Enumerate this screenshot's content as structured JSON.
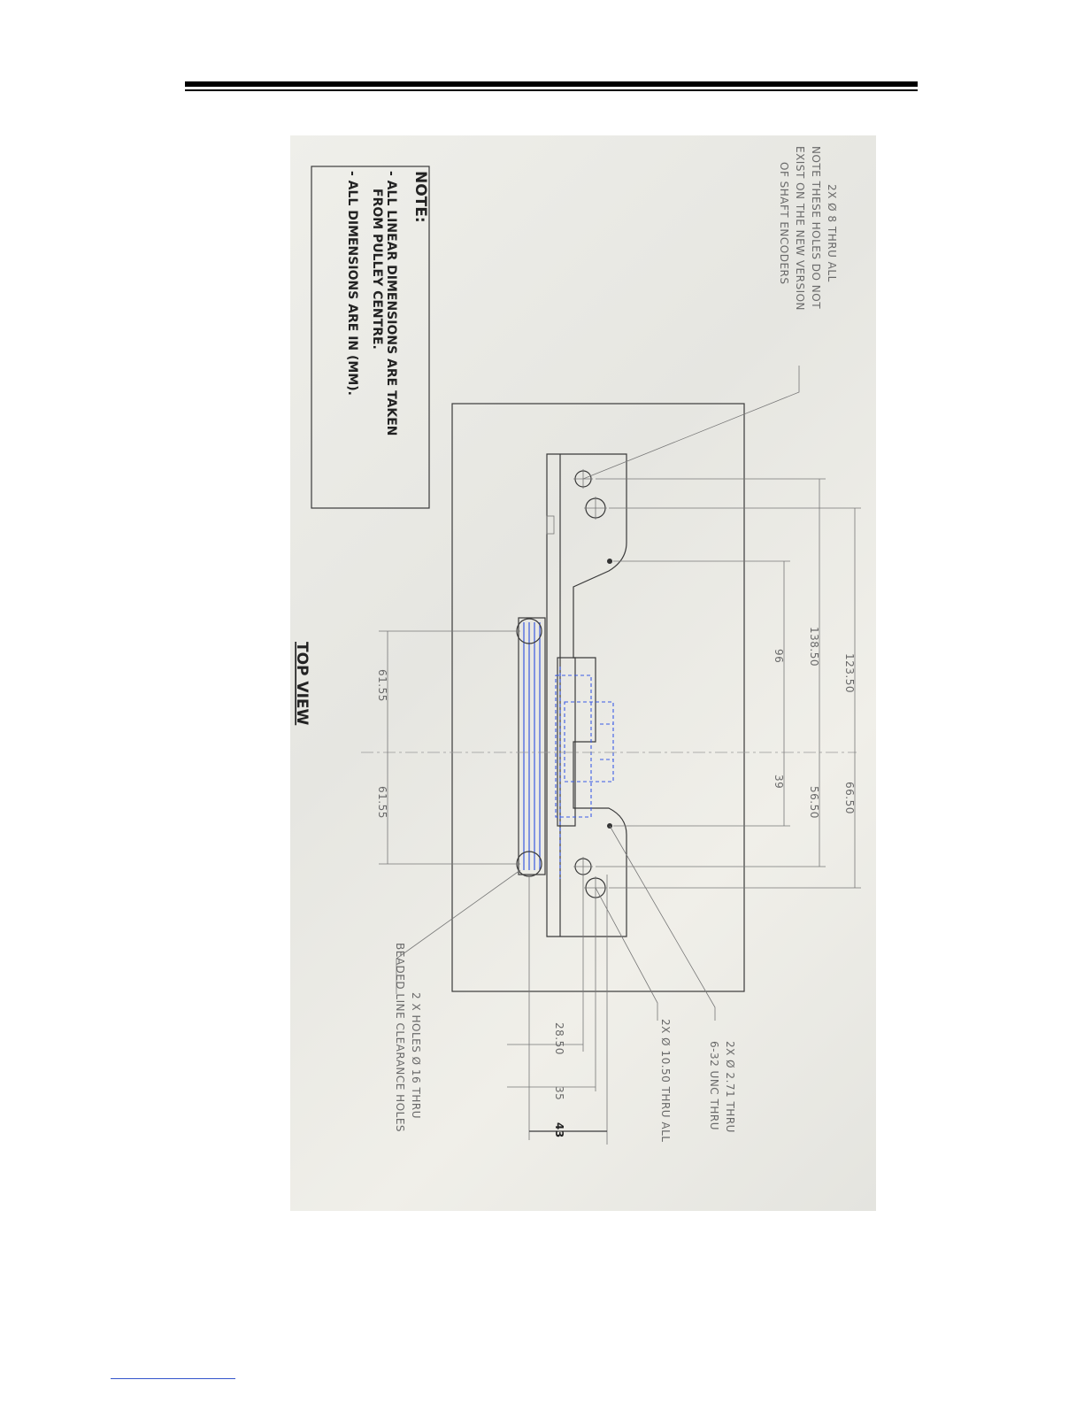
{
  "page": {
    "header_rule": true
  },
  "drawing": {
    "view_title": "TOP VIEW",
    "note": {
      "heading": "NOTE:",
      "line1": "- ALL LINEAR DIMENSIONS ARE TAKEN",
      "line2": "FROM PULLEY CENTRE.",
      "line3": "- ALL DIMENSIONS ARE IN (MM)."
    },
    "callouts": {
      "holes_8": [
        "2X  Ø 8 THRU ALL",
        "NOTE THESE HOLES DO NOT",
        "EXIST ON THE NEW VERSION",
        "OF SHAFT ENCODERS"
      ],
      "holes_271": [
        "2X  Ø 2.71 THRU",
        "6-32 UNC  THRU"
      ],
      "holes_1050": [
        "2X  Ø 10.50 THRU ALL"
      ],
      "holes_16": [
        "2 X HOLES Ø 16 THRU",
        "BEADED LINE CLEARANCE HOLES"
      ]
    },
    "dimensions": {
      "d123": "123.50",
      "d138": "138.50",
      "d96": "96",
      "d61a": "61.55",
      "d61b": "61.55",
      "d39": "39",
      "d56": "56.50",
      "d66": "66.50",
      "d28": "28.50",
      "d35": "35",
      "d43": "43"
    }
  },
  "colors": {
    "line": "#3a3a3a",
    "hidden": "#2a4de0",
    "sheet": "#ebebe6"
  }
}
